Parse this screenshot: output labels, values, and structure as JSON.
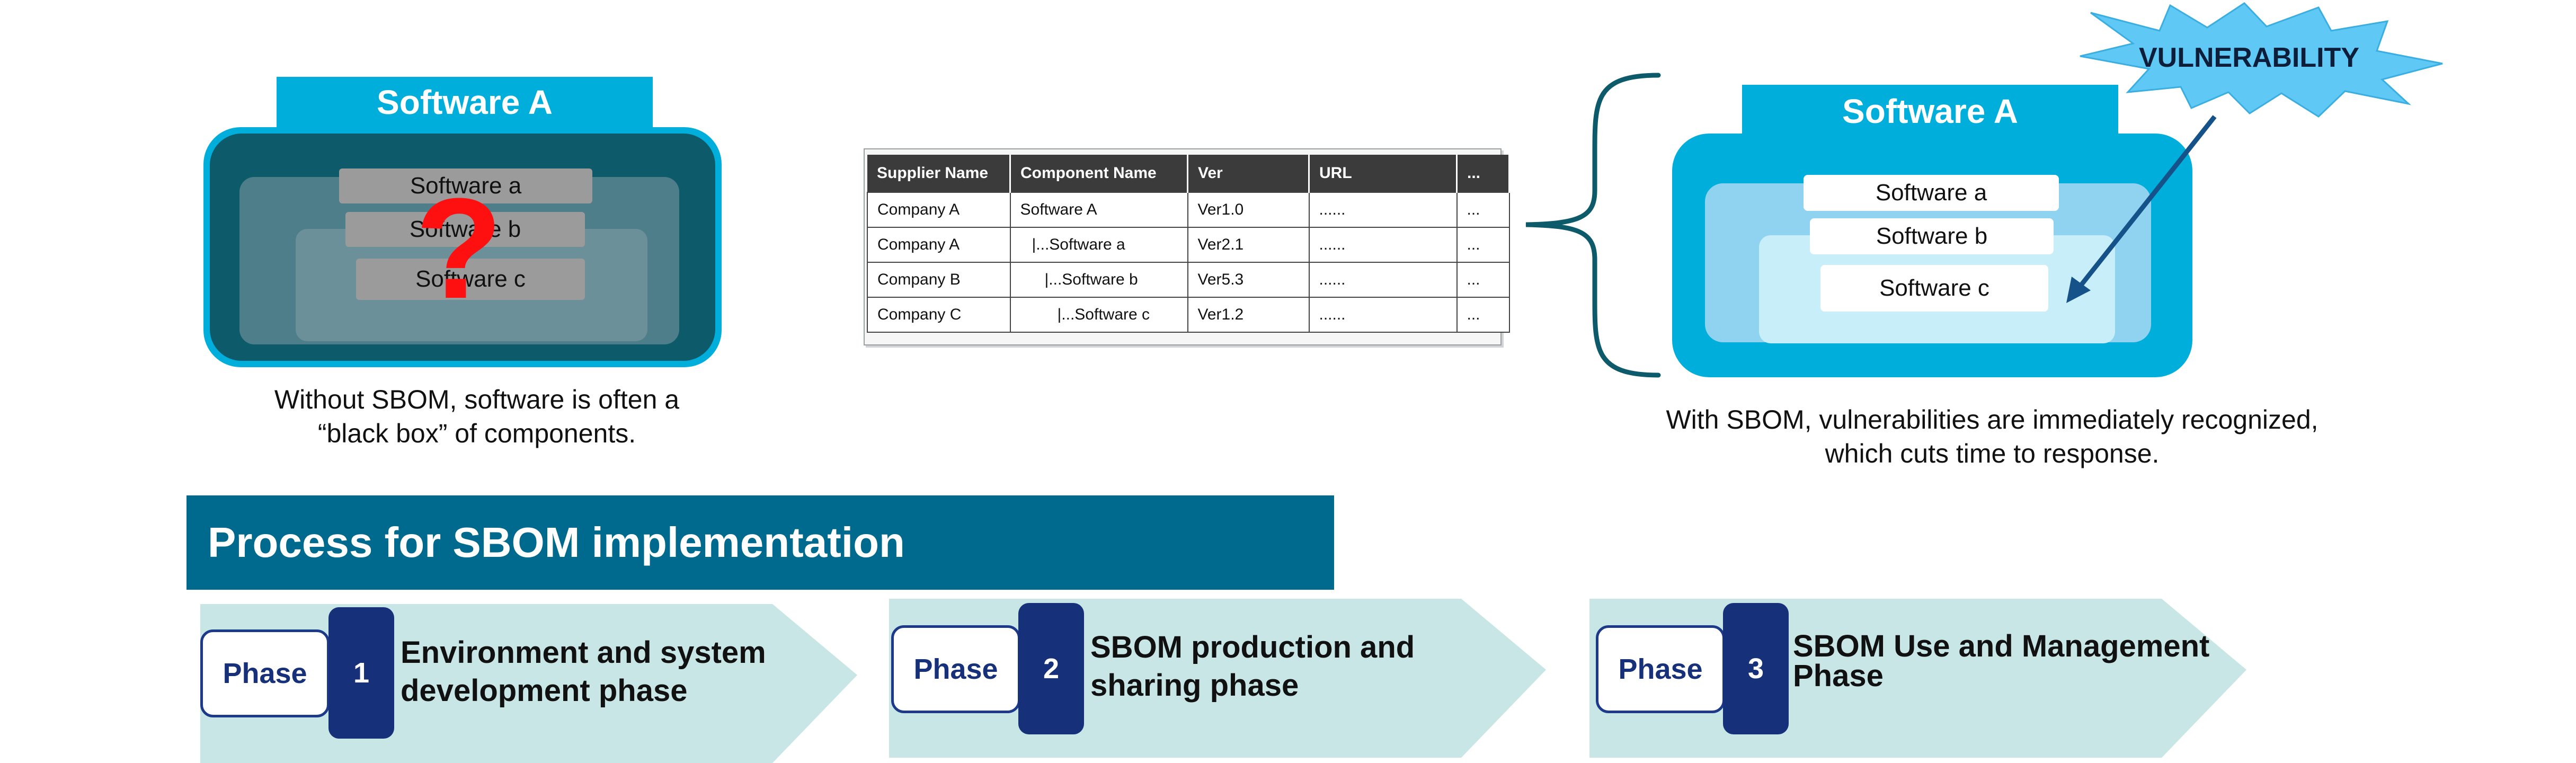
{
  "left_diagram": {
    "title": "Software A",
    "components": [
      "Software a",
      "Software b",
      "Software c"
    ],
    "question_mark": "?",
    "caption_line1": "Without SBOM, software is often a",
    "caption_line2": "“black box” of components."
  },
  "table": {
    "headers": [
      "Supplier Name",
      "Component Name",
      "Ver",
      "URL",
      "..."
    ],
    "rows": [
      [
        "Company A",
        "Software A",
        "Ver1.0",
        "......",
        "..."
      ],
      [
        "Company A",
        "|...Software a",
        "Ver2.1",
        "......",
        "..."
      ],
      [
        "Company B",
        "|...Software b",
        "Ver5.3",
        "......",
        "..."
      ],
      [
        "Company C",
        "|...Software c",
        "Ver1.2",
        "......",
        "..."
      ]
    ]
  },
  "right_diagram": {
    "title": "Software A",
    "components": [
      "Software a",
      "Software b",
      "Software c"
    ],
    "alert": "VULNERABILITY",
    "caption_line1": "With SBOM, vulnerabilities are immediately recognized,",
    "caption_line2": "which cuts time to response."
  },
  "process": {
    "title": "Process for SBOM implementation",
    "phases": [
      {
        "label": "Phase",
        "number": "1",
        "title_line1": "Environment and system",
        "title_line2": "development phase"
      },
      {
        "label": "Phase",
        "number": "2",
        "title_line1": "SBOM production and",
        "title_line2": "sharing phase"
      },
      {
        "label": "Phase",
        "number": "3",
        "title_line1": "SBOM Use and Management",
        "title_line2": "Phase"
      }
    ]
  },
  "colors": {
    "cyan": "#00aedb",
    "dark_teal": "#0d5a6b",
    "banner_blue": "#006a8e",
    "navy": "#17307a",
    "chevron": "#c8e6e6",
    "alert_red": "#ff1010"
  }
}
